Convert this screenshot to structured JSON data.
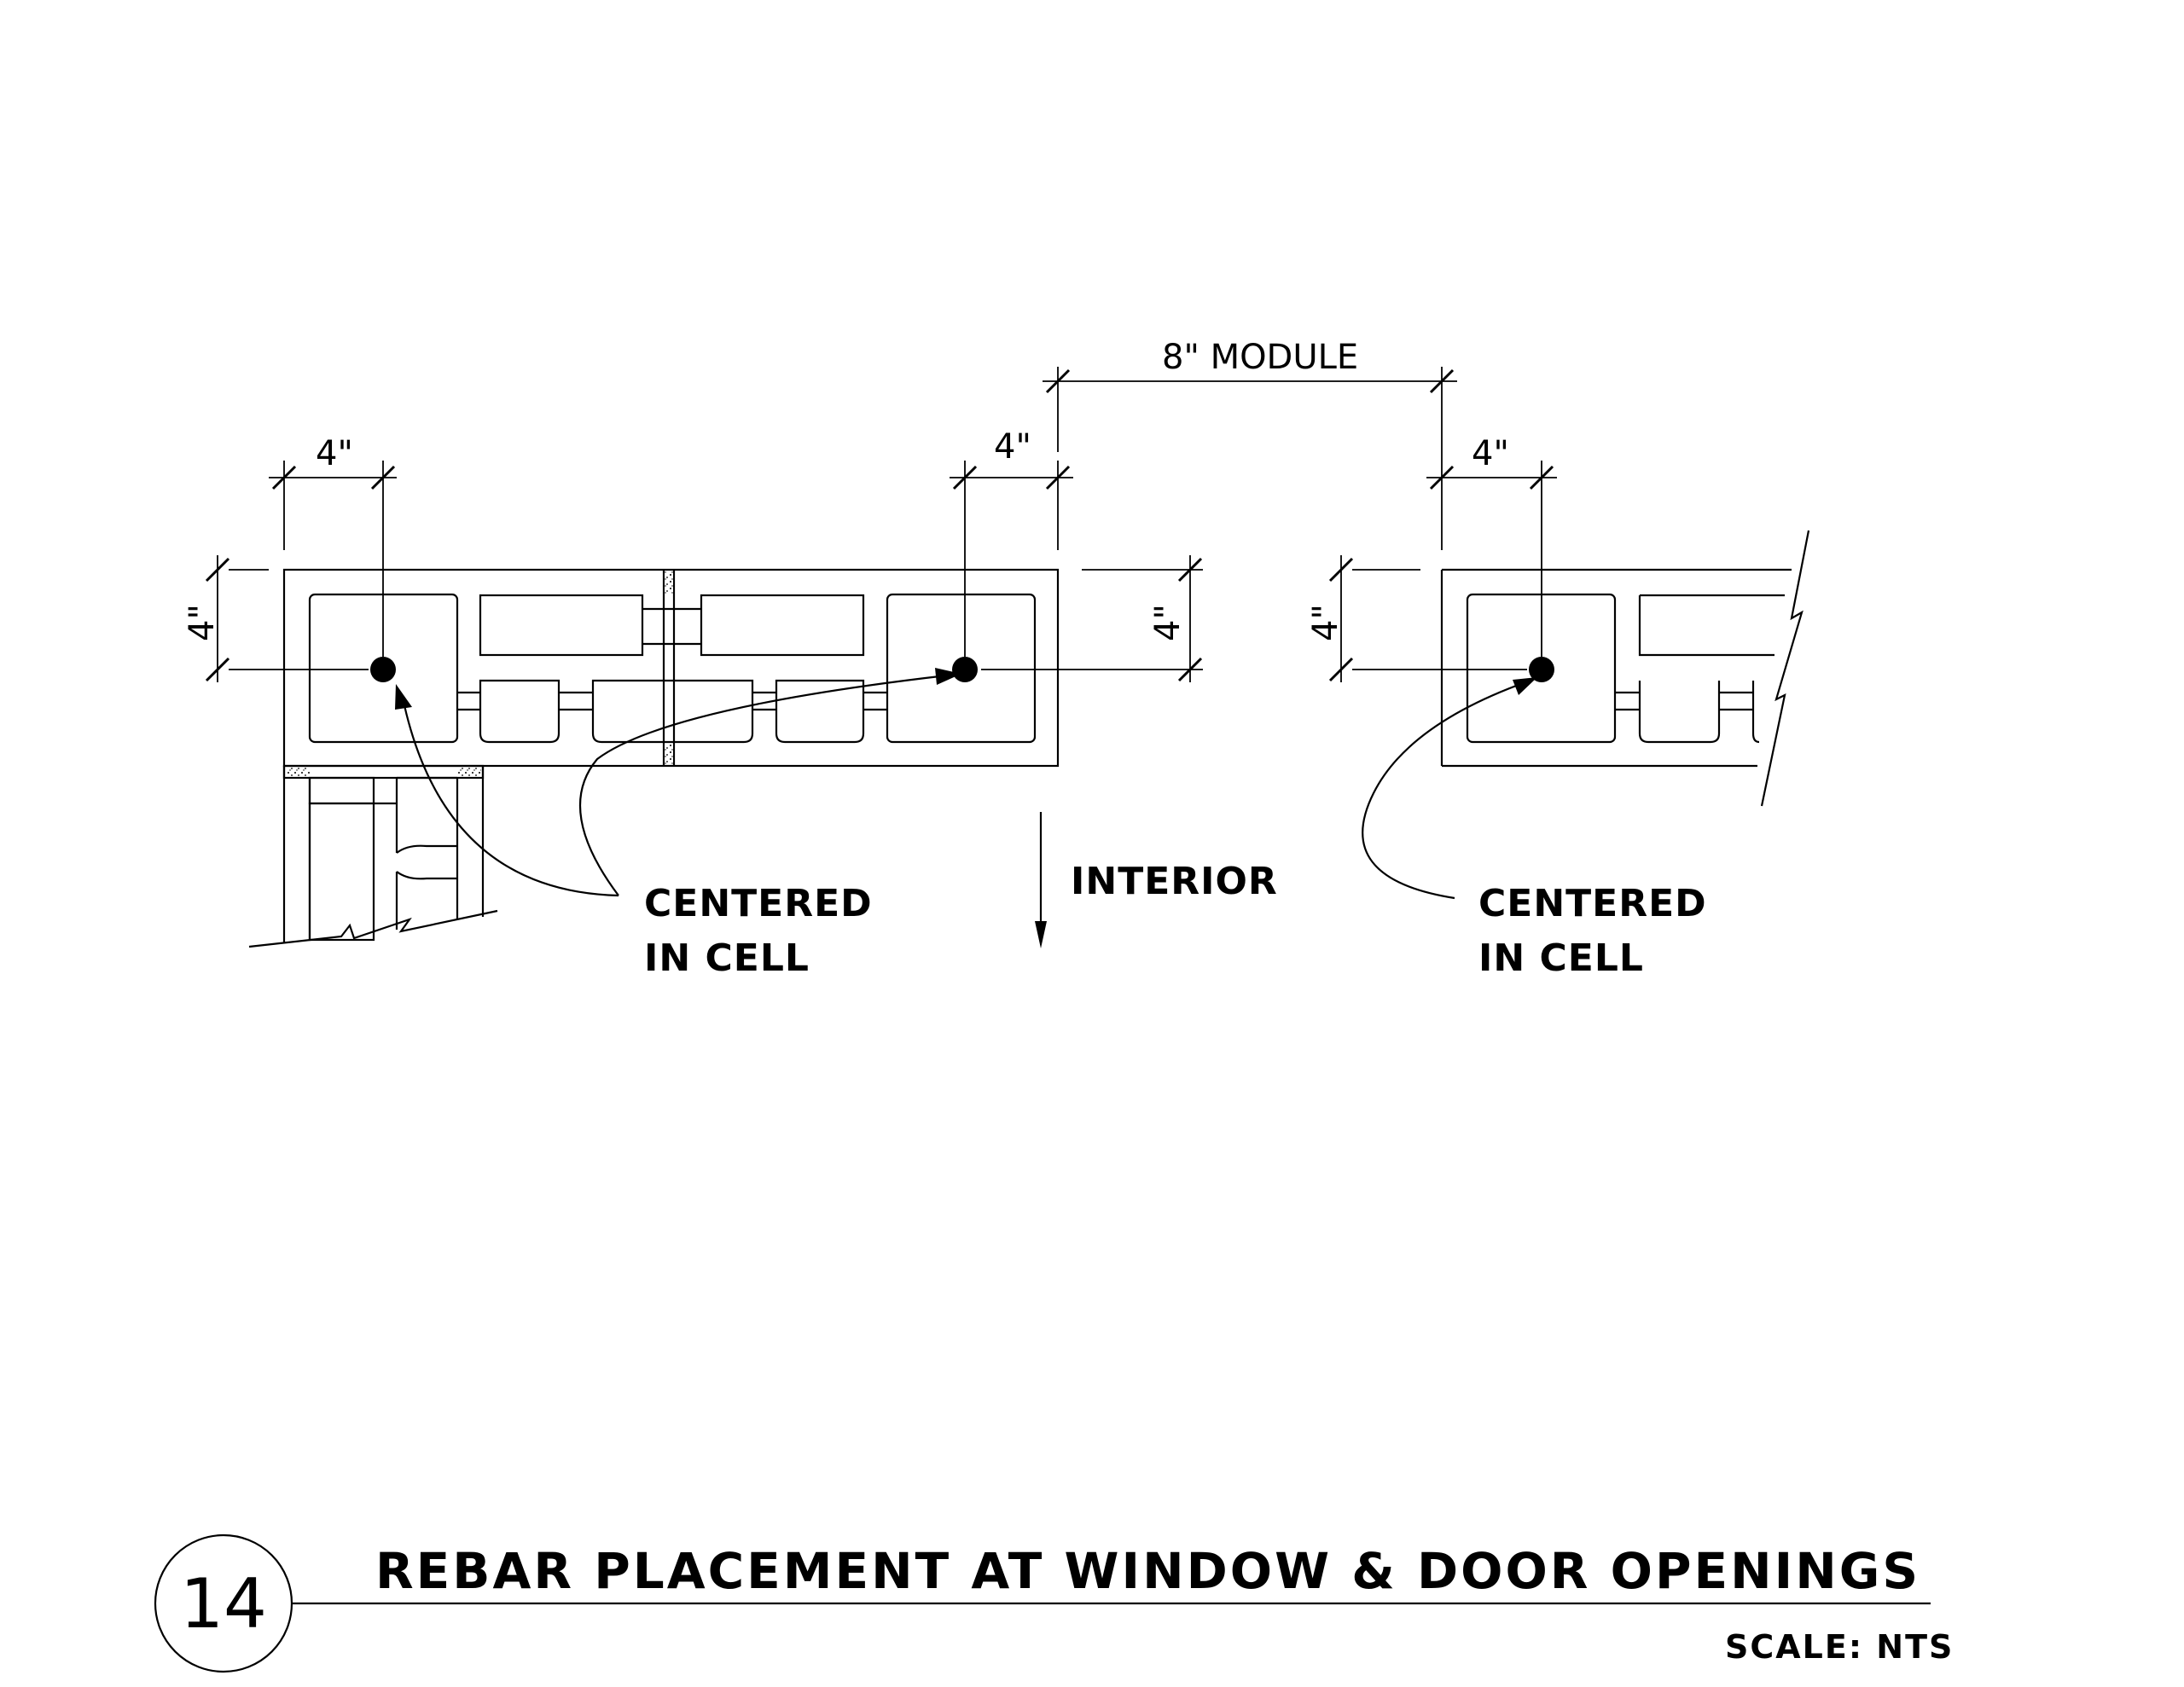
{
  "detail": {
    "number": "14",
    "title": "REBAR PLACEMENT AT WINDOW & DOOR OPENINGS",
    "scale": "SCALE: NTS"
  },
  "dimensions": {
    "module": "8\" MODULE",
    "left_top": "4\"",
    "mid_top": "4\"",
    "right_top": "4\"",
    "left_side": "4\"",
    "mid_side": "4\"",
    "right_side": "4\""
  },
  "notes": {
    "left_line1": "CENTERED",
    "left_line2": "IN CELL",
    "right_line1": "CENTERED",
    "right_line2": "IN CELL",
    "interior": "INTERIOR"
  }
}
